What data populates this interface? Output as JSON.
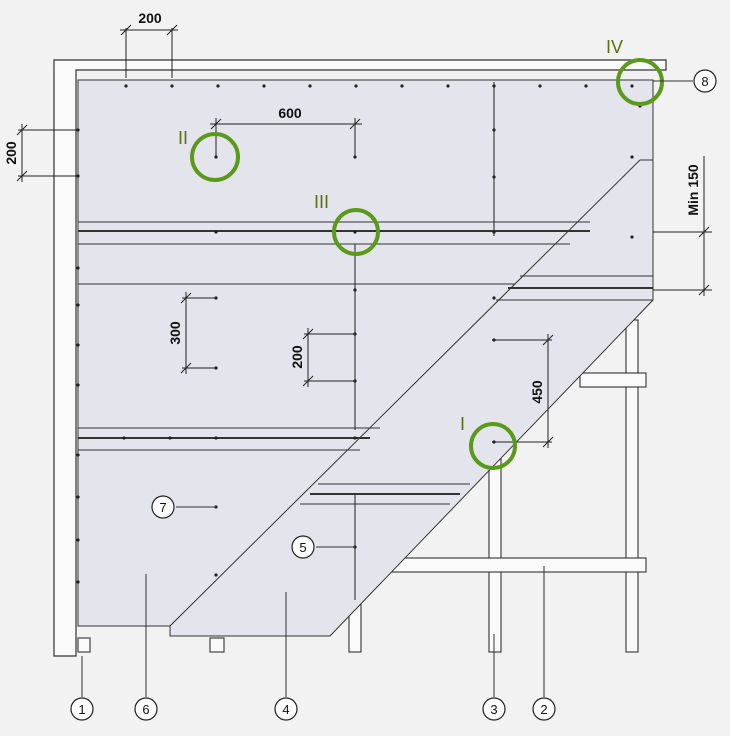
{
  "dimensions": {
    "top_spacing": "200",
    "left_spacing": "200",
    "screw_spacing_top": "600",
    "vertical_spacing_a": "300",
    "vertical_spacing_b": "200",
    "vertical_spacing_c": "450",
    "min_overlap": "Min 150"
  },
  "details": [
    "I",
    "II",
    "III",
    "IV"
  ],
  "callouts": [
    "1",
    "2",
    "3",
    "4",
    "5",
    "6",
    "7",
    "8"
  ],
  "colors": {
    "board": "#e4e4ec",
    "lines": "#333333",
    "highlight": "#5a9a1a",
    "roman_text": "#5a6e12",
    "background": "#f2f2f2"
  }
}
